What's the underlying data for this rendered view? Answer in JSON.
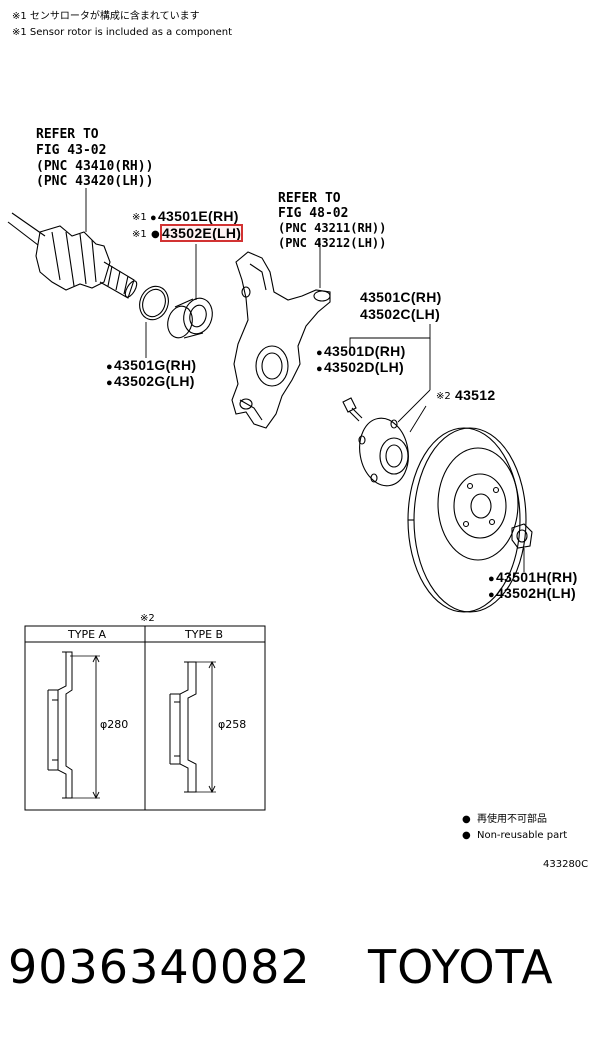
{
  "notes": {
    "jp": "※1 センサロータが構成に含まれています",
    "en": "※1 Sensor rotor is included as a component"
  },
  "refer1": [
    "REFER TO",
    "FIG 43-02",
    "(PNC 43410(RH))",
    "(PNC 43420(LH))"
  ],
  "refer2": [
    "REFER TO",
    "FIG 48-02",
    "(PNC 43211(RH))",
    "(PNC 43212(LH))"
  ],
  "parts": {
    "p43501E": {
      "mark": "※1",
      "text": "43501E(RH)"
    },
    "p43502E": {
      "mark": "※1",
      "text": "43502E(LH)"
    },
    "p43501G": "43501G(RH)",
    "p43502G": "43502G(LH)",
    "p43501C": "43501C(RH)",
    "p43502C": "43502C(LH)",
    "p43501D": "43501D(RH)",
    "p43502D": "43502D(LH)",
    "p43512": {
      "mark": "※2",
      "text": "43512"
    },
    "p43501H": "43501H(RH)",
    "p43502H": "43502H(LH)"
  },
  "table": {
    "mark": "※2",
    "type_a": "TYPE A",
    "type_b": "TYPE B",
    "dim_a": "φ280",
    "dim_b": "φ258"
  },
  "legend": {
    "jp": "再使用不可部品",
    "en": "Non-reusable part"
  },
  "figure_code": "433280C",
  "footer": {
    "part_number": "9036340082",
    "brand": "TOYOTA"
  },
  "colors": {
    "highlight": "#d23232",
    "ink": "#000000"
  }
}
